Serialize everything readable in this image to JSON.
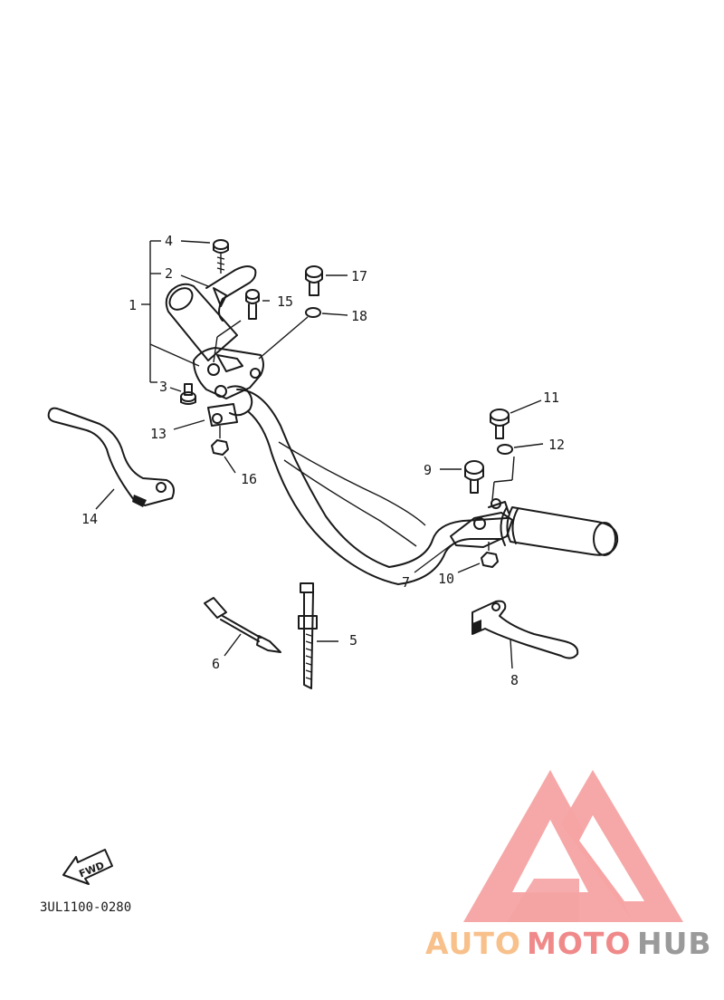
{
  "diagram": {
    "part_number_labels": [
      "1",
      "2",
      "3",
      "4",
      "5",
      "6",
      "7",
      "8",
      "9",
      "10",
      "11",
      "12",
      "13",
      "14",
      "15",
      "16",
      "17",
      "18"
    ],
    "fwd_label": "FWD",
    "drawing_code": "3UL1100-0280"
  },
  "watermark": {
    "text_auto": "AUTO",
    "text_moto": "MOTO",
    "text_hub": "HUB",
    "colors": {
      "auto": "#f8c08a",
      "moto": "#f08a8a",
      "hub": "#9a9a9a",
      "logo": "#f5a3a3"
    }
  }
}
